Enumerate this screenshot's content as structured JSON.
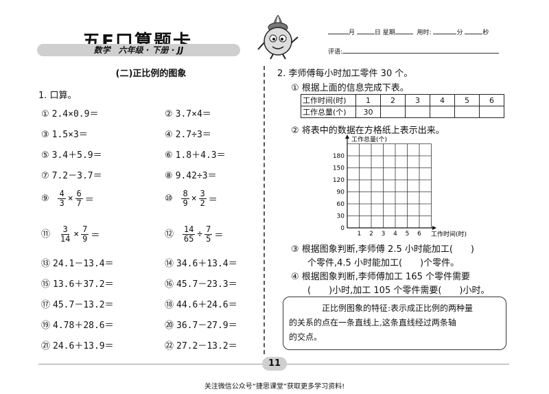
{
  "header": {
    "brand": "五E口算题卡",
    "subtitle": "数学　六年级 · 下册 · JJ",
    "date_parts": [
      "月",
      "日",
      "星期",
      "用时:",
      "分",
      "秒"
    ],
    "comment_label": "评语:"
  },
  "left": {
    "section_title": "(二)正比例的图象",
    "q1_title": "1. 口算。",
    "problems": [
      {
        "num": "①",
        "text": "2.4×0.9＝"
      },
      {
        "num": "②",
        "text": "3.7×4＝"
      },
      {
        "num": "③",
        "text": "1.5×3＝"
      },
      {
        "num": "④",
        "text": "2.7÷3＝"
      },
      {
        "num": "⑤",
        "text": "3.4＋5.9＝"
      },
      {
        "num": "⑥",
        "text": "1.8＋4.3＝"
      },
      {
        "num": "⑦",
        "text": "7.2－3.7＝"
      },
      {
        "num": "⑧",
        "text": "9.42÷3＝"
      },
      {
        "num": "⑬",
        "text": "24.1－13.4＝"
      },
      {
        "num": "⑭",
        "text": "34.6＋13.4＝"
      },
      {
        "num": "⑮",
        "text": "13.6＋37.2＝"
      },
      {
        "num": "⑯",
        "text": "45.7－23.3＝"
      },
      {
        "num": "⑰",
        "text": "45.7－13.2＝"
      },
      {
        "num": "⑱",
        "text": "44.6＋24.6＝"
      },
      {
        "num": "⑲",
        "text": "4.78＋28.6＝"
      },
      {
        "num": "⑳",
        "text": "36.7－27.9＝"
      },
      {
        "num": "㉑",
        "text": "24.6＋13.9＝"
      },
      {
        "num": "㉒",
        "text": "27.2－13.2＝"
      }
    ],
    "fractions": [
      {
        "num": "⑨",
        "a_n": "4",
        "a_d": "3",
        "op": "×",
        "b_n": "6",
        "b_d": "7",
        "eq": "＝"
      },
      {
        "num": "⑩",
        "a_n": "8",
        "a_d": "9",
        "op": "×",
        "b_n": "3",
        "b_d": "2",
        "eq": "＝"
      },
      {
        "num": "⑪",
        "a_n": "3",
        "a_d": "14",
        "op": "×",
        "b_n": "7",
        "b_d": "9",
        "eq": "＝"
      },
      {
        "num": "⑫",
        "a_n": "14",
        "a_d": "65",
        "op": "÷",
        "b_n": "7",
        "b_d": "5",
        "eq": "＝"
      }
    ]
  },
  "right": {
    "q2_title": "2. 李师傅每小时加工零件 30 个。",
    "step1": "① 根据上面的信息完成下表。",
    "table": {
      "row1_header": "工作时间(时)",
      "row1": [
        "1",
        "2",
        "3",
        "4",
        "5",
        "6"
      ],
      "row2_header": "工作总量(个)",
      "row2": [
        "30",
        "",
        "",
        "",
        "",
        ""
      ]
    },
    "step2": "② 将表中的数据在方格纸上表示出来。",
    "chart": {
      "y_title": "工作总量(个)",
      "x_title": "工作时间(时)",
      "y_ticks": [
        "0",
        "30",
        "60",
        "90",
        "120",
        "150",
        "180"
      ],
      "x_ticks": [
        "1",
        "2",
        "3",
        "4",
        "5",
        "6"
      ]
    },
    "step3_a": "③ 根据图象判断,李师傅 2.5 小时能加工(　　)",
    "step3_b": "个零件,4.5 小时能加工(　　)个零件。",
    "step4_a": "④ 根据图象判断,李师傅加工 165 个零件需要",
    "step4_b": "(　　)小时,加工 105 个零件需要(　　)小时。",
    "note_1": "正比例图象的特征:表示成正比例的两种量",
    "note_2": "的关系的点在一条直线上,这条直线经过两条轴",
    "note_3": "的交点。"
  },
  "footer": {
    "page": "11",
    "text": "关注微信公众号“捷思课堂”获取更多学习资料!"
  }
}
